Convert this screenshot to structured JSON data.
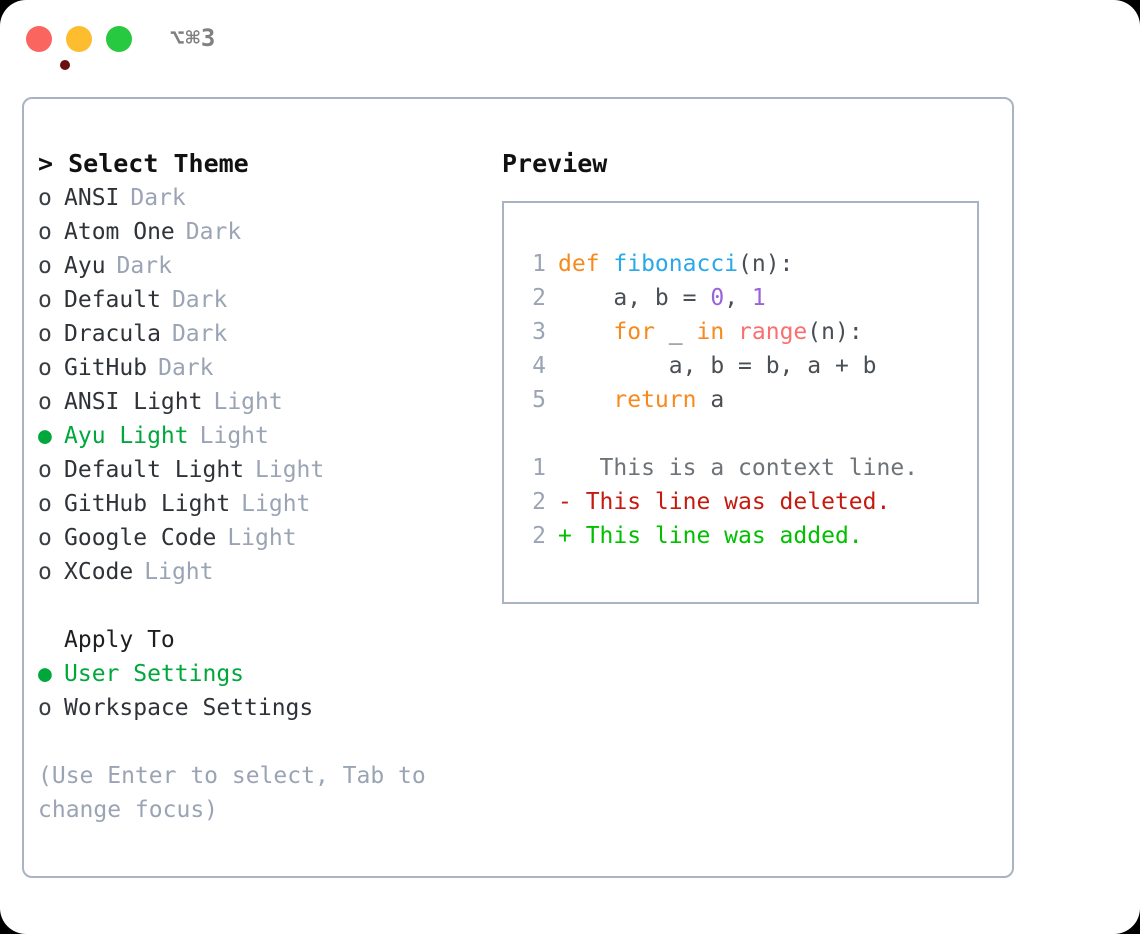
{
  "titlebar": {
    "shortcut": "⌥⌘3",
    "lights": [
      "close-red",
      "minimize-yellow",
      "maximize-green"
    ]
  },
  "theme_picker": {
    "heading": "> Select Theme",
    "items": [
      {
        "marker": "o",
        "label": "ANSI",
        "tag": "Dark",
        "selected": false
      },
      {
        "marker": "o",
        "label": "Atom One",
        "tag": "Dark",
        "selected": false
      },
      {
        "marker": "o",
        "label": "Ayu",
        "tag": "Dark",
        "selected": false
      },
      {
        "marker": "o",
        "label": "Default",
        "tag": "Dark",
        "selected": false
      },
      {
        "marker": "o",
        "label": "Dracula",
        "tag": "Dark",
        "selected": false
      },
      {
        "marker": "o",
        "label": "GitHub",
        "tag": "Dark",
        "selected": false
      },
      {
        "marker": "o",
        "label": "ANSI Light",
        "tag": "Light",
        "selected": false
      },
      {
        "marker": "●",
        "label": "Ayu Light",
        "tag": "Light",
        "selected": true
      },
      {
        "marker": "o",
        "label": "Default Light",
        "tag": "Light",
        "selected": false
      },
      {
        "marker": "o",
        "label": "GitHub Light",
        "tag": "Light",
        "selected": false
      },
      {
        "marker": "o",
        "label": "Google Code",
        "tag": "Light",
        "selected": false
      },
      {
        "marker": "o",
        "label": "XCode",
        "tag": "Light",
        "selected": false
      }
    ]
  },
  "apply_to": {
    "heading": "Apply To",
    "items": [
      {
        "marker": "●",
        "label": "User Settings",
        "selected": true
      },
      {
        "marker": "o",
        "label": "Workspace Settings",
        "selected": false
      }
    ]
  },
  "hint": "(Use Enter to select, Tab to change focus)",
  "preview": {
    "title": "Preview",
    "code_lines": [
      {
        "no": "1",
        "tokens": [
          {
            "t": "def ",
            "c": "kw"
          },
          {
            "t": "fibonacci",
            "c": "fn"
          },
          {
            "t": "(n):",
            "c": "punct"
          }
        ]
      },
      {
        "no": "2",
        "tokens": [
          {
            "t": "    a, b = ",
            "c": "plain"
          },
          {
            "t": "0",
            "c": "num"
          },
          {
            "t": ", ",
            "c": "plain"
          },
          {
            "t": "1",
            "c": "num"
          }
        ]
      },
      {
        "no": "3",
        "tokens": [
          {
            "t": "    ",
            "c": "plain"
          },
          {
            "t": "for",
            "c": "kw"
          },
          {
            "t": " _ ",
            "c": "plain"
          },
          {
            "t": "in",
            "c": "kw"
          },
          {
            "t": " ",
            "c": "plain"
          },
          {
            "t": "range",
            "c": "built"
          },
          {
            "t": "(n):",
            "c": "punct"
          }
        ]
      },
      {
        "no": "4",
        "tokens": [
          {
            "t": "        a, b = b, a + b",
            "c": "plain"
          }
        ]
      },
      {
        "no": "5",
        "tokens": [
          {
            "t": "    ",
            "c": "plain"
          },
          {
            "t": "return",
            "c": "kw"
          },
          {
            "t": " a",
            "c": "plain"
          }
        ]
      }
    ],
    "diff_lines": [
      {
        "no": "1",
        "sign": " ",
        "text": "  This is a context line.",
        "kind": "ctx"
      },
      {
        "no": "2",
        "sign": "-",
        "text": " This line was deleted.",
        "kind": "del"
      },
      {
        "no": "2",
        "sign": "+",
        "text": " This line was added.",
        "kind": "add"
      }
    ]
  },
  "colors": {
    "accent_green": "#00a83c",
    "diff_add_green": "#00c000",
    "diff_del_red": "#c41a0f",
    "muted": "#9aa4b4",
    "border": "#aab3c2",
    "keyword_orange": "#f68a1e",
    "function_blue": "#2aa8e8",
    "number_purple": "#9a63d8",
    "builtin_salmon": "#f9706e"
  }
}
